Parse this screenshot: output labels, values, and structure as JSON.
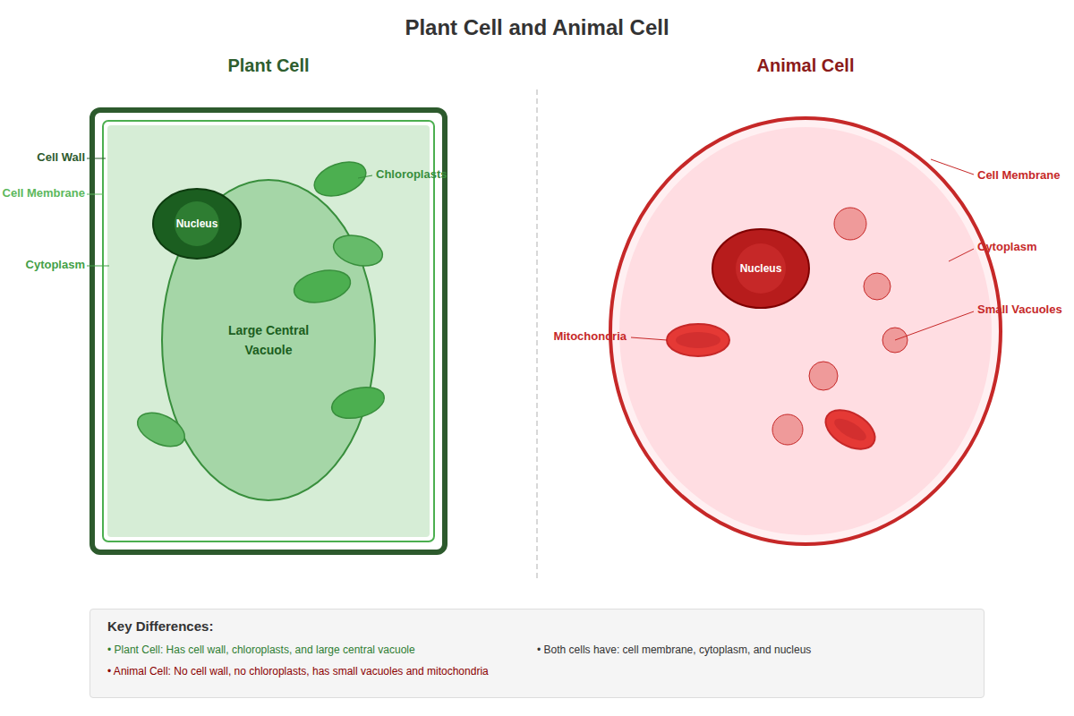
{
  "diagram": {
    "title": "Plant Cell and Animal Cell",
    "nodes": [
      {
        "text": [
          "Plant Cell"
        ]
      },
      {
        "text": [
          "Nucleus"
        ],
        "in": 0
      },
      {
        "text": [
          "Large Central Vacuole"
        ],
        "in": 0
      },
      {
        "text": [
          "Animal Cell"
        ]
      },
      {
        "text": [
          "Nucleus"
        ],
        "in": 3
      },
      {
        "text": [
          "Key Differences:",
          "• Plant Cell: Has cell wall, chloroplasts, and large central vacuole",
          "• Both cells have: cell membrane, cytoplasm, and nucleus",
          "• Animal Cell: No cell wall, no chloroplasts, has small vacuoles and mitochondria"
        ]
      }
    ],
    "labels": [
      "Cell Wall",
      "Cell Membrane",
      "Cytoplasm",
      "Chloroplasts",
      "Cell Membrane",
      "Cytoplasm",
      "Small Vacuoles",
      "Mitochondria"
    ]
  }
}
